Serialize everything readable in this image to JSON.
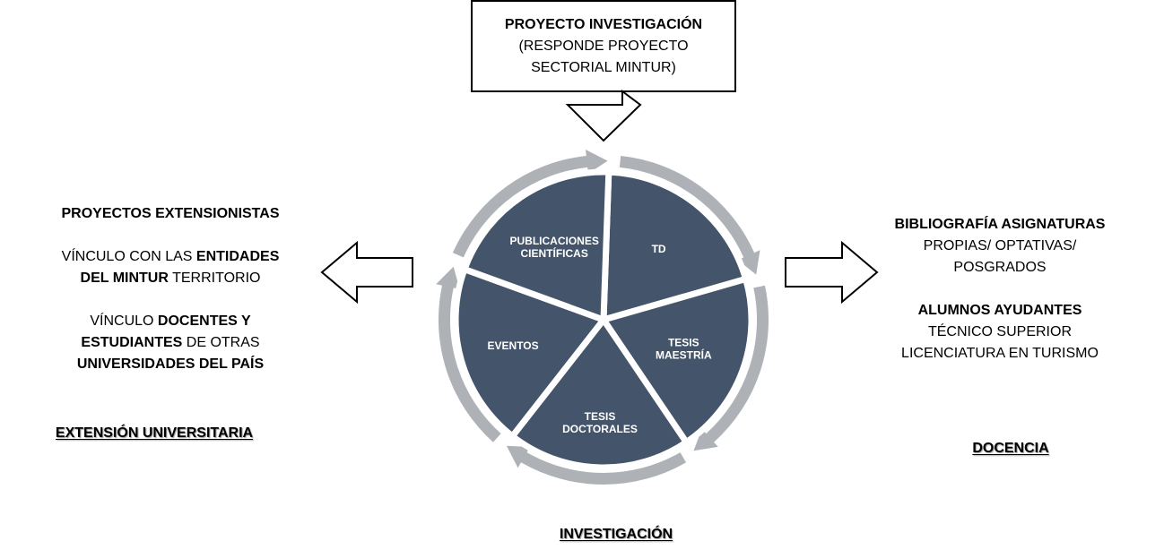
{
  "top_box": {
    "title": "PROYECTO INVESTIGACIÓN",
    "line2": "(RESPONDE PROYECTO",
    "line3": "SECTORIAL MINTUR)"
  },
  "cycle": {
    "segments": [
      {
        "id": "td",
        "lines": [
          "TD"
        ]
      },
      {
        "id": "tesis-maestria",
        "lines": [
          "TESIS",
          "MAESTRÍA"
        ]
      },
      {
        "id": "tesis-doctorales",
        "lines": [
          "TESIS",
          "DOCTORALES"
        ]
      },
      {
        "id": "eventos",
        "lines": [
          "EVENTOS"
        ]
      },
      {
        "id": "publicaciones",
        "lines": [
          "PUBLICACIONES",
          "CIENTÍFICAS"
        ]
      }
    ],
    "segment_color": "#44546a",
    "ring_color": "#aeb1b6"
  },
  "left": {
    "heading": "PROYECTOS EXTENSIONISTAS",
    "p1_a": "VÍNCULO CON LAS ",
    "p1_b": "ENTIDADES",
    "p1_c": "DEL MINTUR",
    "p1_d": " TERRITORIO",
    "p2_a": "VÍNCULO ",
    "p2_b": "DOCENTES Y",
    "p2_c": "ESTUDIANTES",
    "p2_d": " DE OTRAS",
    "p2_e": "UNIVERSIDADES DEL PAÍS",
    "label": "EXTENSIÓN UNIVERSITARIA"
  },
  "right": {
    "heading": "BIBLIOGRAFÍA ASIGNATURAS",
    "h1_line2": "PROPIAS/ OPTATIVAS/",
    "h1_line3": "POSGRADOS",
    "heading2": "ALUMNOS AYUDANTES",
    "h2_line2": "TÉCNICO SUPERIOR",
    "h2_line3": "LICENCIATURA EN TURISMO",
    "label": "DOCENCIA"
  },
  "bottom_label": "INVESTIGACIÓN"
}
